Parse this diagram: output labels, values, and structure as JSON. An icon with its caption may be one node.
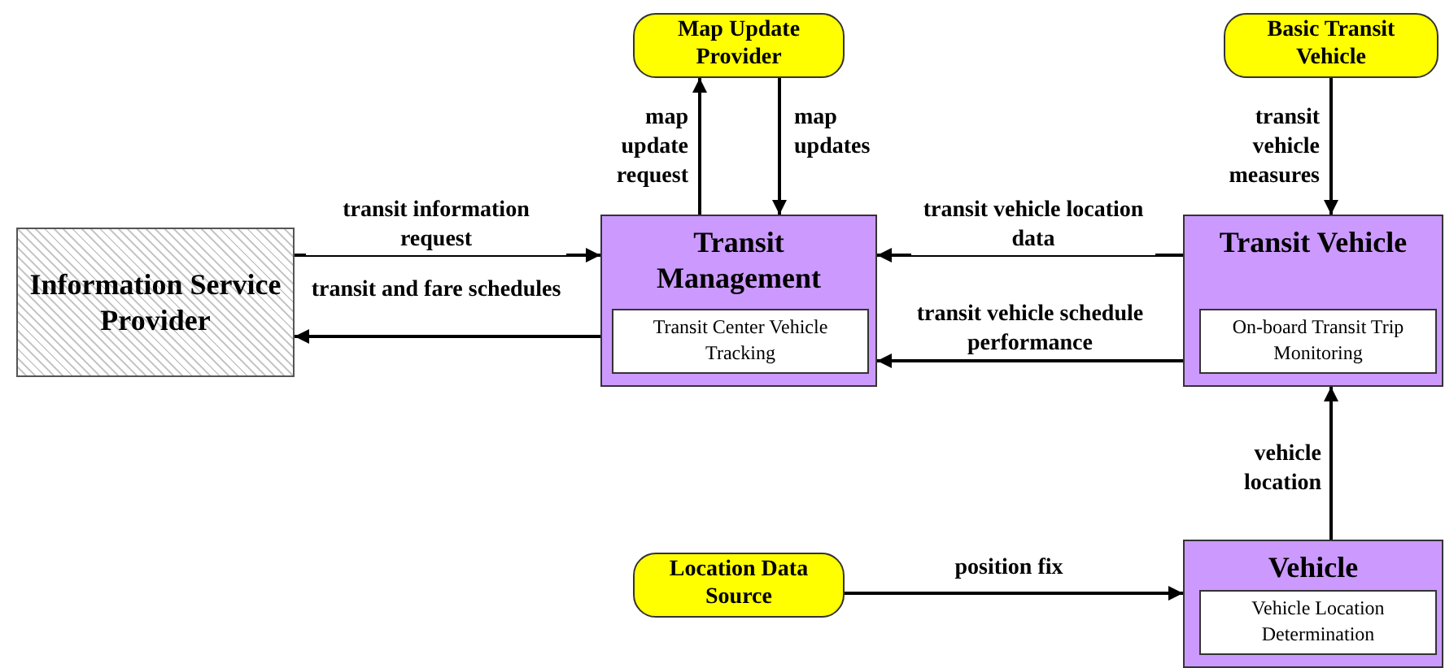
{
  "diagram": {
    "nodes": [
      {
        "text": [
          "Map Update Provider"
        ]
      },
      {
        "text": [
          "Basic Transit Vehicle"
        ]
      },
      {
        "text": [
          "Information Service Provider"
        ]
      },
      {
        "text": [
          "Transit Management"
        ]
      },
      {
        "text": [
          "Transit Center Vehicle Tracking"
        ],
        "in": 3
      },
      {
        "text": [
          "Transit Vehicle"
        ]
      },
      {
        "text": [
          "On-board Transit Trip Monitoring"
        ],
        "in": 5
      },
      {
        "text": [
          "Location Data Source"
        ]
      },
      {
        "text": [
          "Vehicle"
        ]
      },
      {
        "text": [
          "Vehicle Location Determination"
        ],
        "in": 8
      }
    ],
    "edges": [
      {
        "from": 3,
        "to": 0,
        "arrow": "to",
        "label": "map update request"
      },
      {
        "from": 0,
        "to": 3,
        "arrow": "to",
        "label": "map updates"
      },
      {
        "from": 1,
        "to": 5,
        "arrow": "to",
        "label": "transit vehicle measures"
      },
      {
        "from": 2,
        "to": 3,
        "arrow": "to",
        "label": "transit information request"
      },
      {
        "from": 3,
        "to": 2,
        "arrow": "to",
        "label": "transit and fare schedules"
      },
      {
        "from": 5,
        "to": 3,
        "arrow": "to",
        "label": "transit vehicle location data"
      },
      {
        "from": 5,
        "to": 3,
        "arrow": "to",
        "label": "transit vehicle schedule performance"
      },
      {
        "from": 8,
        "to": 5,
        "arrow": "to",
        "label": "vehicle location"
      },
      {
        "from": 7,
        "to": 8,
        "arrow": "to",
        "label": "position fix"
      }
    ]
  }
}
